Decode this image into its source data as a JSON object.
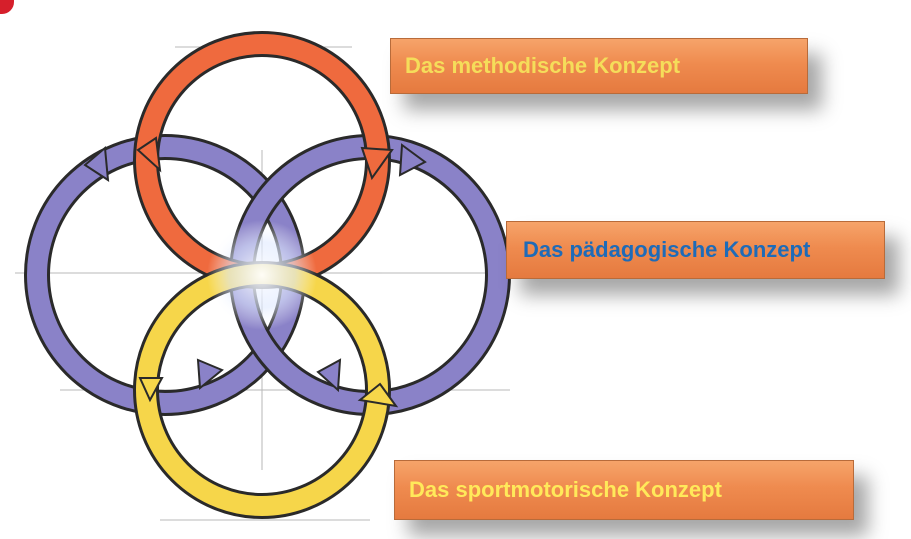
{
  "labels": {
    "methodisch": {
      "text": "Das methodische Konzept",
      "color": "#f5dd5a"
    },
    "paedagogisch": {
      "text": "Das pädagogische Konzept",
      "color": "#1e6bb8"
    },
    "sportmotorisch": {
      "text": "Das sportmotorische Konzept",
      "color": "#ffe95a"
    }
  },
  "colors": {
    "orange_ring": "#ef6a3e",
    "purple_ring": "#8a82c8",
    "yellow_ring": "#f6d64a",
    "outline": "#2a2a2a",
    "box_orange": "#ef8b4f",
    "corner_red": "#d61f2b"
  }
}
